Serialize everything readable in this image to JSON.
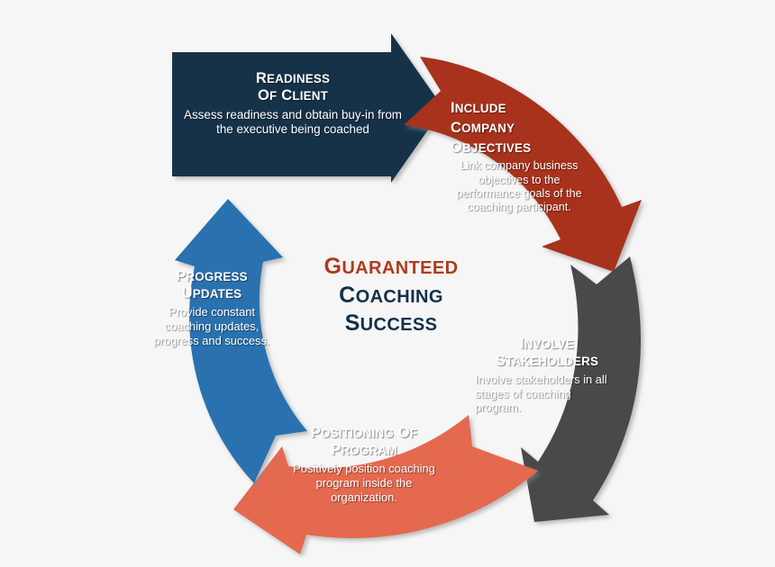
{
  "diagram": {
    "kind": "circular-process-cycle",
    "background_color": "#f6f6f6",
    "center": {
      "line1": "Guaranteed",
      "line2": "Coaching",
      "line3": "Success",
      "line1_color": "#b03a20",
      "line2_color": "#123048",
      "line3_color": "#123048"
    },
    "segments": [
      {
        "id": "readiness-of-client",
        "order": 1,
        "title_line1": "Readiness",
        "title_line2": "of Client",
        "body": "Assess readiness and obtain buy-in from the executive being coached",
        "color": "#123048",
        "text_color": "#ffffff",
        "position": "top-left"
      },
      {
        "id": "include-company-objectives",
        "order": 2,
        "title_line1": "Include",
        "title_line2": "Company",
        "title_line3": "Objectives",
        "body": "Link company business objectives to the performance goals of the coaching participant.",
        "color": "#a8301a",
        "text_color": "#ffffff",
        "position": "top-right"
      },
      {
        "id": "involve-stakeholders",
        "order": 3,
        "title_line1": "Involve",
        "title_line2": "Stakeholders",
        "body": "Involve stakeholders in all stages of coaching program.",
        "color": "#4a4a4c",
        "text_color": "#ffffff",
        "position": "bottom-right"
      },
      {
        "id": "positioning-of-program",
        "order": 4,
        "title_line1": "Positioning of",
        "title_line2": "Program",
        "body": "Positively position coaching program inside the organization.",
        "color": "#e5694f",
        "text_color": "#ffffff",
        "position": "bottom"
      },
      {
        "id": "progress-updates",
        "order": 5,
        "title_line1": "Progress",
        "title_line2": "Updates",
        "body": "Provide constant coaching updates, progress and success.",
        "color": "#2a72af",
        "text_color": "#ffffff",
        "position": "left"
      }
    ]
  }
}
